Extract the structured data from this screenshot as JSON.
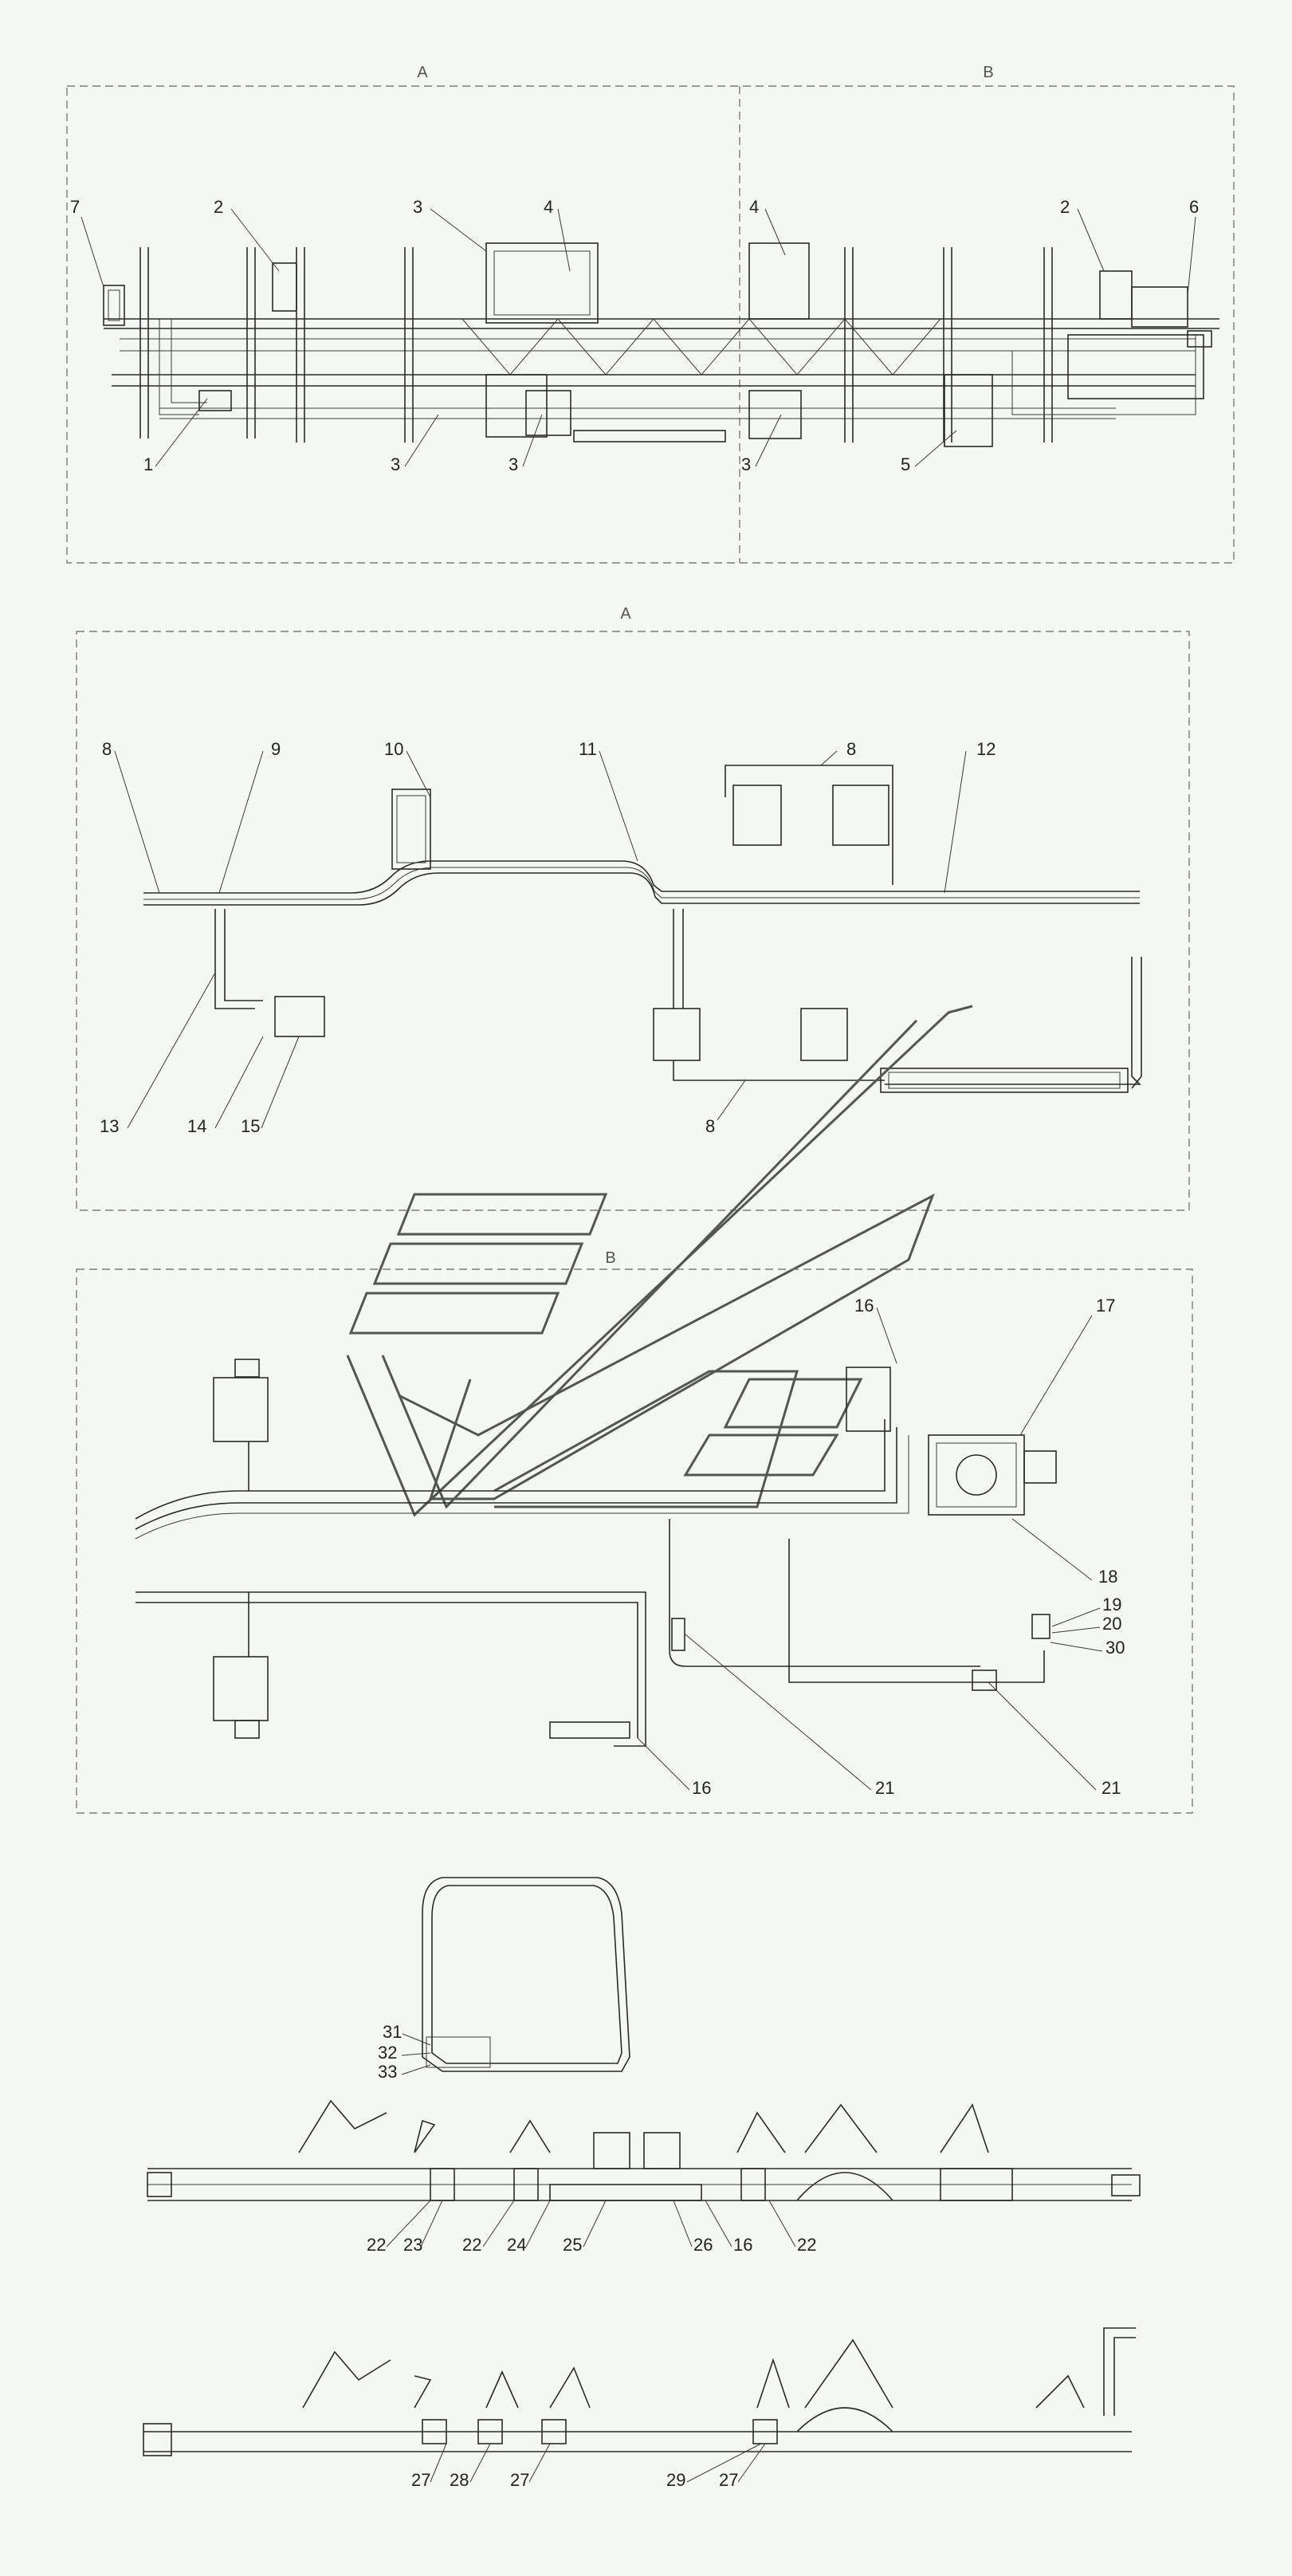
{
  "sections": {
    "A": "A",
    "B": "B"
  },
  "callouts": [
    {
      "id": "c1",
      "text": "1"
    },
    {
      "id": "c2a",
      "text": "2"
    },
    {
      "id": "c2b",
      "text": "2"
    },
    {
      "id": "c3a",
      "text": "3"
    },
    {
      "id": "c3b",
      "text": "3"
    },
    {
      "id": "c3c",
      "text": "3"
    },
    {
      "id": "c3d",
      "text": "3"
    },
    {
      "id": "c4a",
      "text": "4"
    },
    {
      "id": "c4b",
      "text": "4"
    },
    {
      "id": "c5",
      "text": "5"
    },
    {
      "id": "c6",
      "text": "6"
    },
    {
      "id": "c7",
      "text": "7"
    },
    {
      "id": "c8a",
      "text": "8"
    },
    {
      "id": "c8b",
      "text": "8"
    },
    {
      "id": "c8c",
      "text": "8"
    },
    {
      "id": "c9",
      "text": "9"
    },
    {
      "id": "c10",
      "text": "10"
    },
    {
      "id": "c11",
      "text": "11"
    },
    {
      "id": "c12",
      "text": "12"
    },
    {
      "id": "c13",
      "text": "13"
    },
    {
      "id": "c14",
      "text": "14"
    },
    {
      "id": "c15",
      "text": "15"
    },
    {
      "id": "c16a",
      "text": "16"
    },
    {
      "id": "c16b",
      "text": "16"
    },
    {
      "id": "c16c",
      "text": "16"
    },
    {
      "id": "c17",
      "text": "17"
    },
    {
      "id": "c18",
      "text": "18"
    },
    {
      "id": "c19",
      "text": "19"
    },
    {
      "id": "c20",
      "text": "20"
    },
    {
      "id": "c30",
      "text": "30"
    },
    {
      "id": "c21a",
      "text": "21"
    },
    {
      "id": "c21b",
      "text": "21"
    },
    {
      "id": "c31",
      "text": "31"
    },
    {
      "id": "c32",
      "text": "32"
    },
    {
      "id": "c33",
      "text": "33"
    },
    {
      "id": "c22a",
      "text": "22"
    },
    {
      "id": "c23",
      "text": "23"
    },
    {
      "id": "c22b",
      "text": "22"
    },
    {
      "id": "c24",
      "text": "24"
    },
    {
      "id": "c25",
      "text": "25"
    },
    {
      "id": "c26",
      "text": "26"
    },
    {
      "id": "c22c",
      "text": "22"
    },
    {
      "id": "c27a",
      "text": "27"
    },
    {
      "id": "c28",
      "text": "28"
    },
    {
      "id": "c27b",
      "text": "27"
    },
    {
      "id": "c29",
      "text": "29"
    },
    {
      "id": "c27c",
      "text": "27"
    }
  ]
}
